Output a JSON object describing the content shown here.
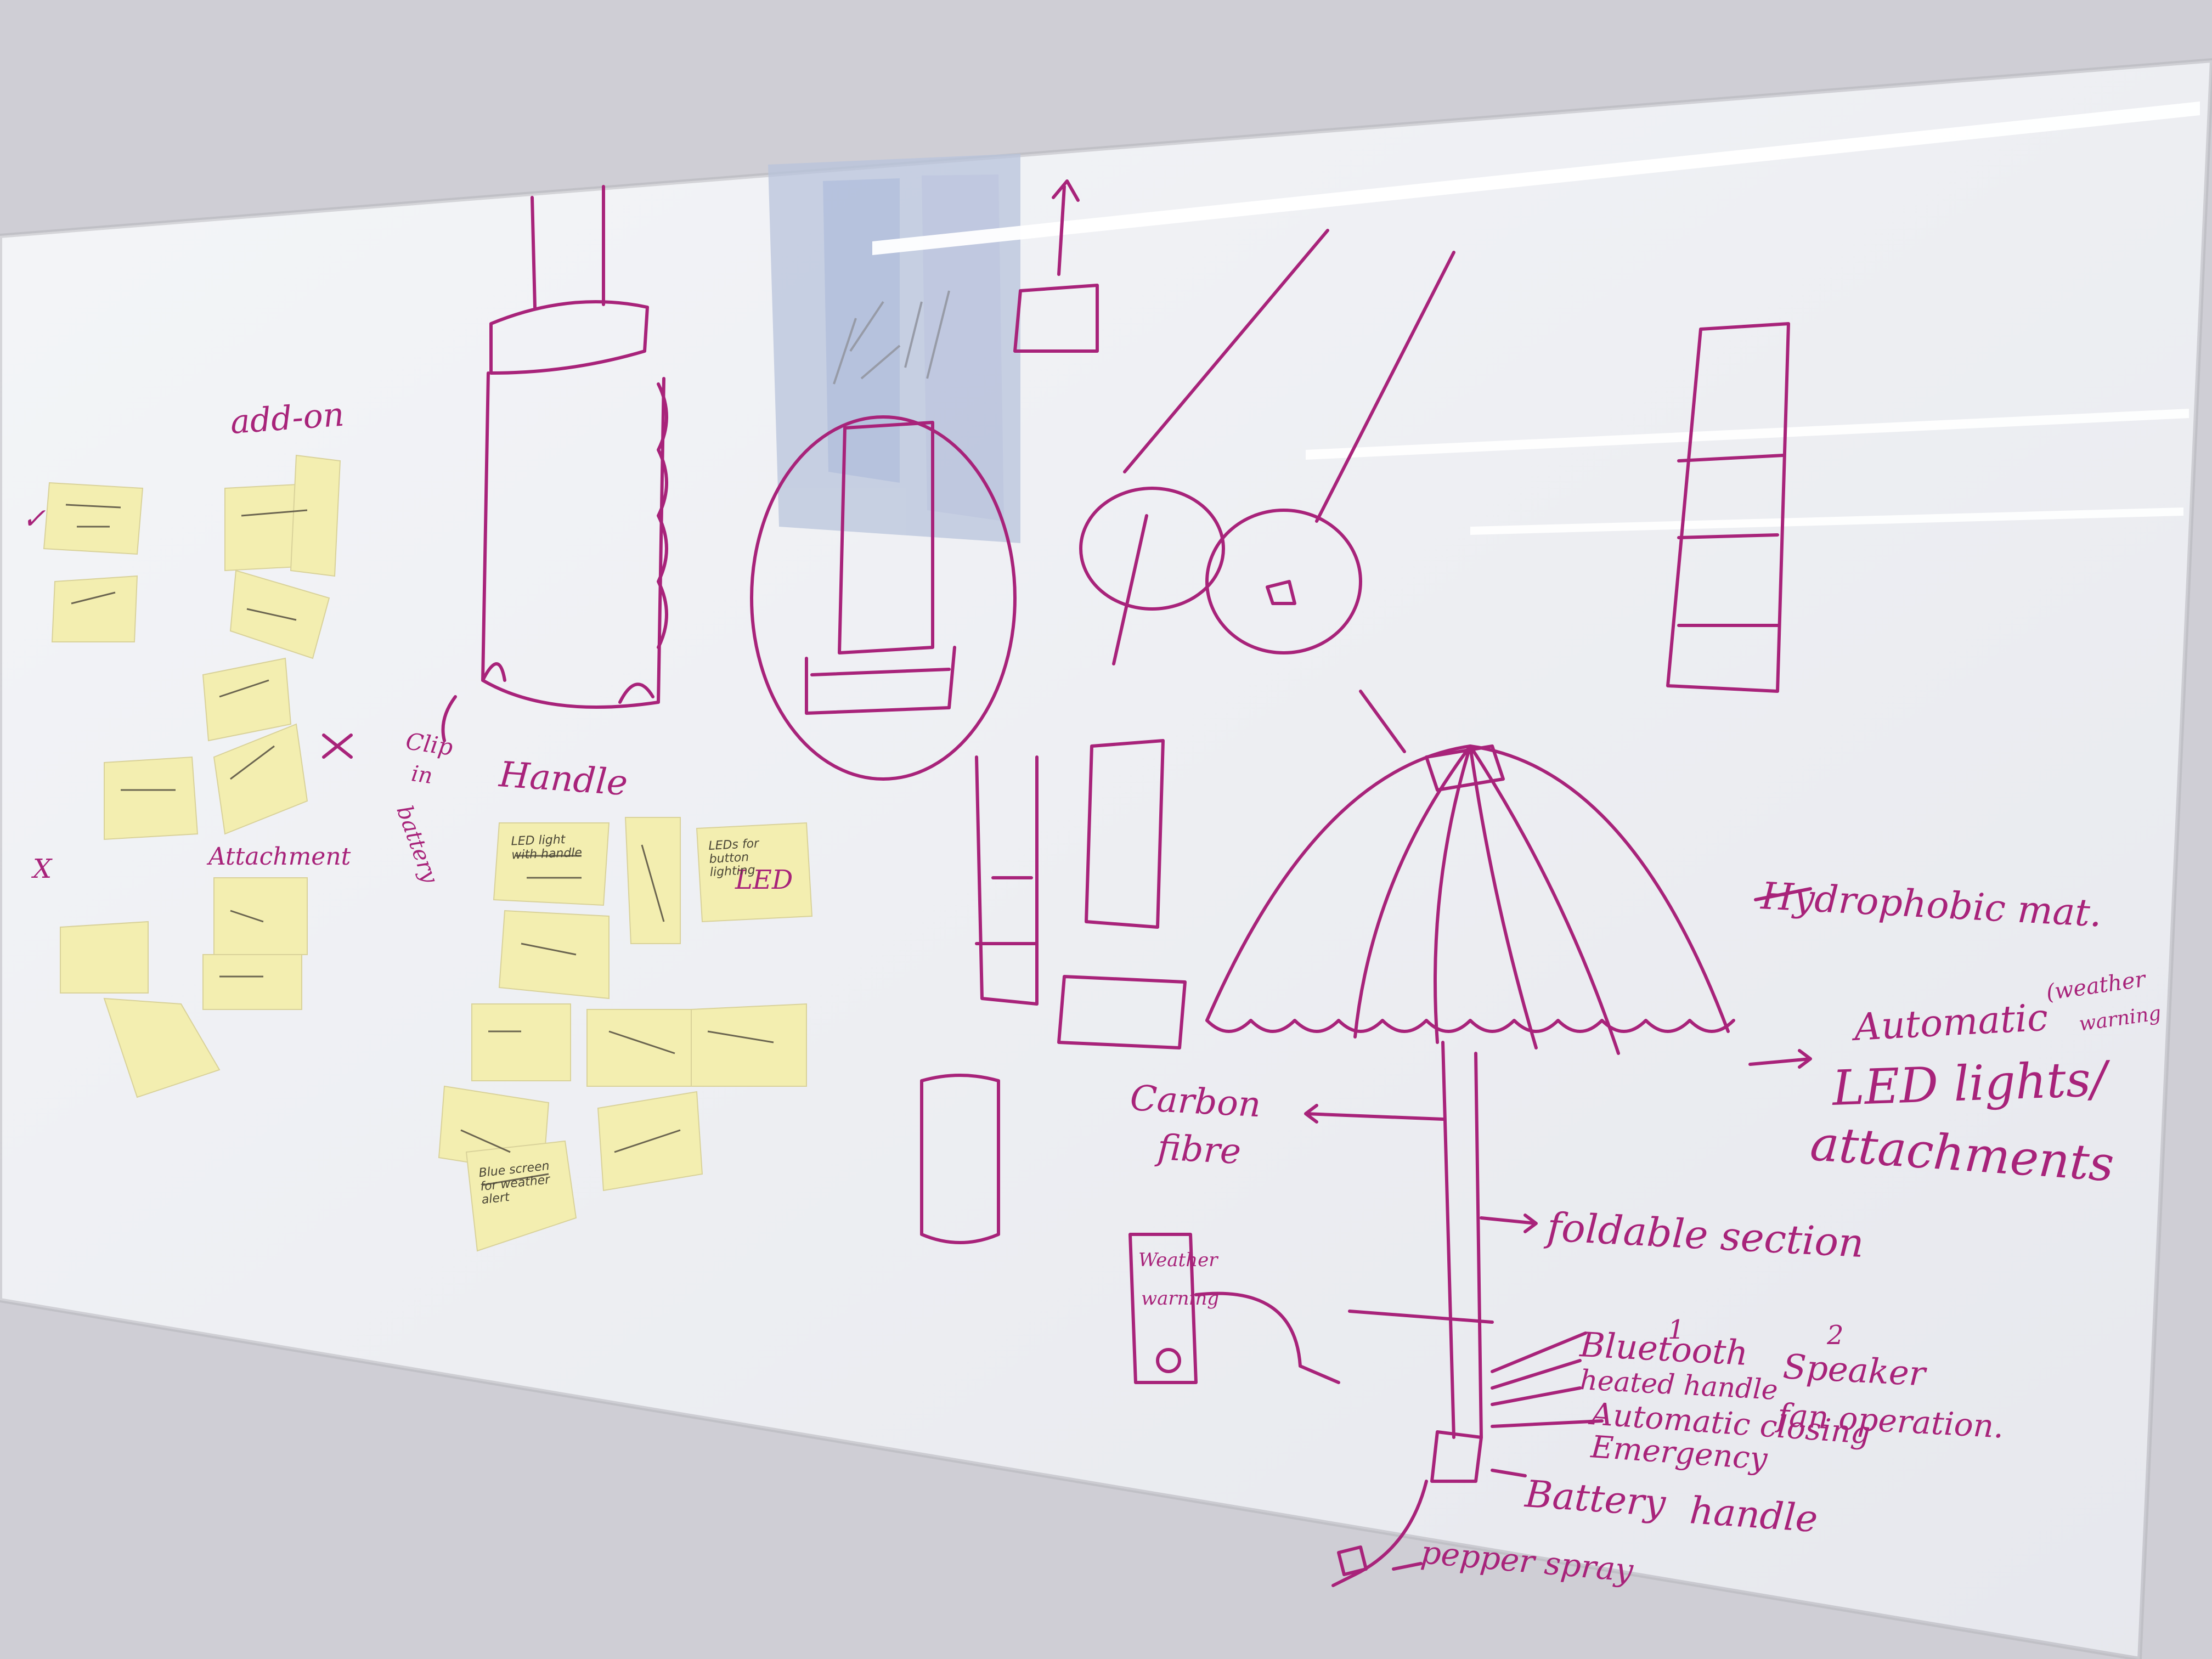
{
  "colors": {
    "wall": "#cfced5",
    "board": "#eff0f4",
    "ink": "#a8237a",
    "sticky": "#f3eeb0",
    "glare": "#ffffff",
    "window_sky": "#a8b9dc"
  },
  "labels": {
    "add_on": "add-on",
    "attachment": "Attachment",
    "clip_in_battery_1": "Clip",
    "clip_in_battery_2": "in",
    "clip_in_battery_3": "battery",
    "handle": "Handle",
    "hydrophobic": "Hydrophobic mat.",
    "automatic": "Automatic",
    "weather_warning_note_1": "(weather",
    "weather_warning_note_2": "warning",
    "led_lights": "LED lights/",
    "attachments": "attachments",
    "carbon": "Carbon",
    "fibre": "fibre",
    "foldable": "foldable section",
    "weather": "Weather",
    "warning": "warning",
    "num_1": "1",
    "num_2": "2",
    "bluetooth": "Bluetooth",
    "speaker": "Speaker",
    "heated": "heated handle",
    "fan": "fan operation.",
    "auto_closing": "Automatic closing",
    "emergency": "Emergency",
    "battery": "Battery",
    "handle2": "handle",
    "pepper": "pepper spray",
    "led_note": "LED",
    "check": "✓",
    "cross": "X"
  },
  "sticky_notes": [
    {
      "text": "LEDs for button lighting"
    },
    {
      "text": "LED light with handle"
    },
    {
      "text": "Blue screen for weather alert"
    }
  ],
  "icons": [
    "check-mark-icon",
    "cross-mark-icon",
    "arrow-icon"
  ]
}
